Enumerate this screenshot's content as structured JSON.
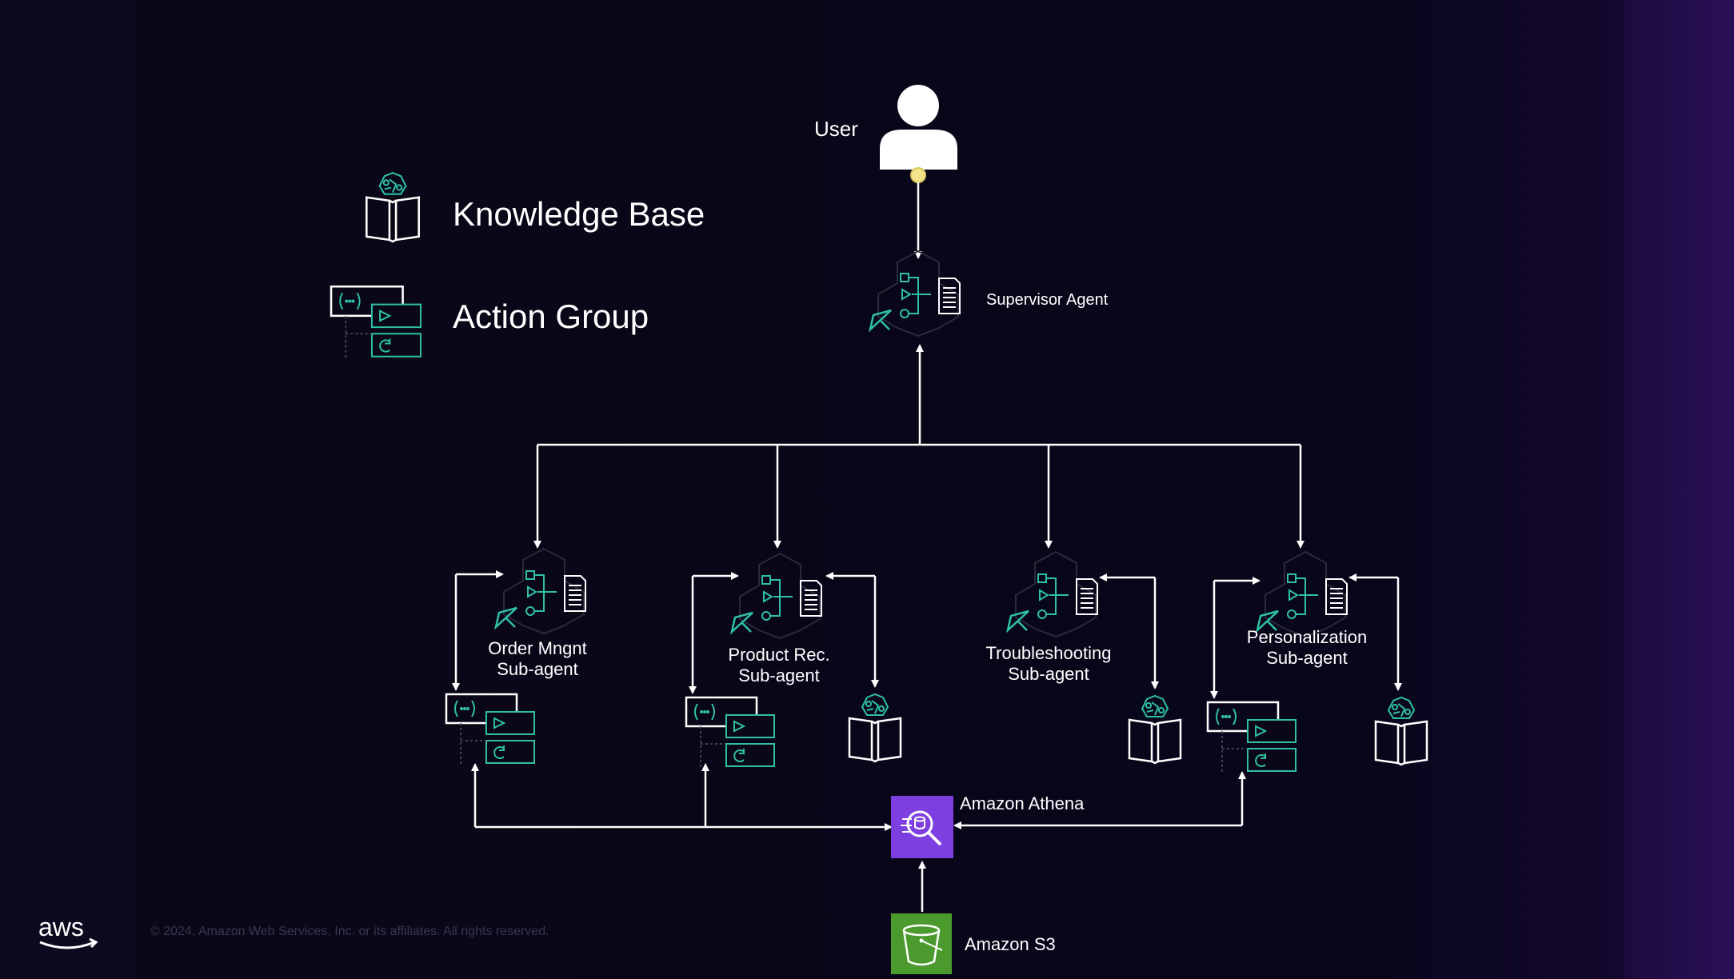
{
  "legend": {
    "knowledge_base": "Knowledge Base",
    "action_group": "Action Group"
  },
  "user": {
    "label": "User"
  },
  "supervisor": {
    "label": "Supervisor Agent"
  },
  "sub_agents": [
    {
      "line1": "Order Mngnt",
      "line2": "Sub-agent"
    },
    {
      "line1": "Product Rec.",
      "line2": "Sub-agent"
    },
    {
      "line1": "Troubleshooting",
      "line2": "Sub-agent"
    },
    {
      "line1": "Personalization",
      "line2": "Sub-agent"
    }
  ],
  "services": {
    "athena": "Amazon Athena",
    "s3": "Amazon S3"
  },
  "footer": {
    "copyright": "© 2024, Amazon Web Services, Inc. or its affiliates. All rights reserved."
  },
  "brand": {
    "logo_text": "aws"
  },
  "colors": {
    "teal": "#2fc0a6",
    "athena_purple": "#7d3fe0",
    "s3_green": "#4a9a2e",
    "user_dot": "#f3e38a"
  }
}
